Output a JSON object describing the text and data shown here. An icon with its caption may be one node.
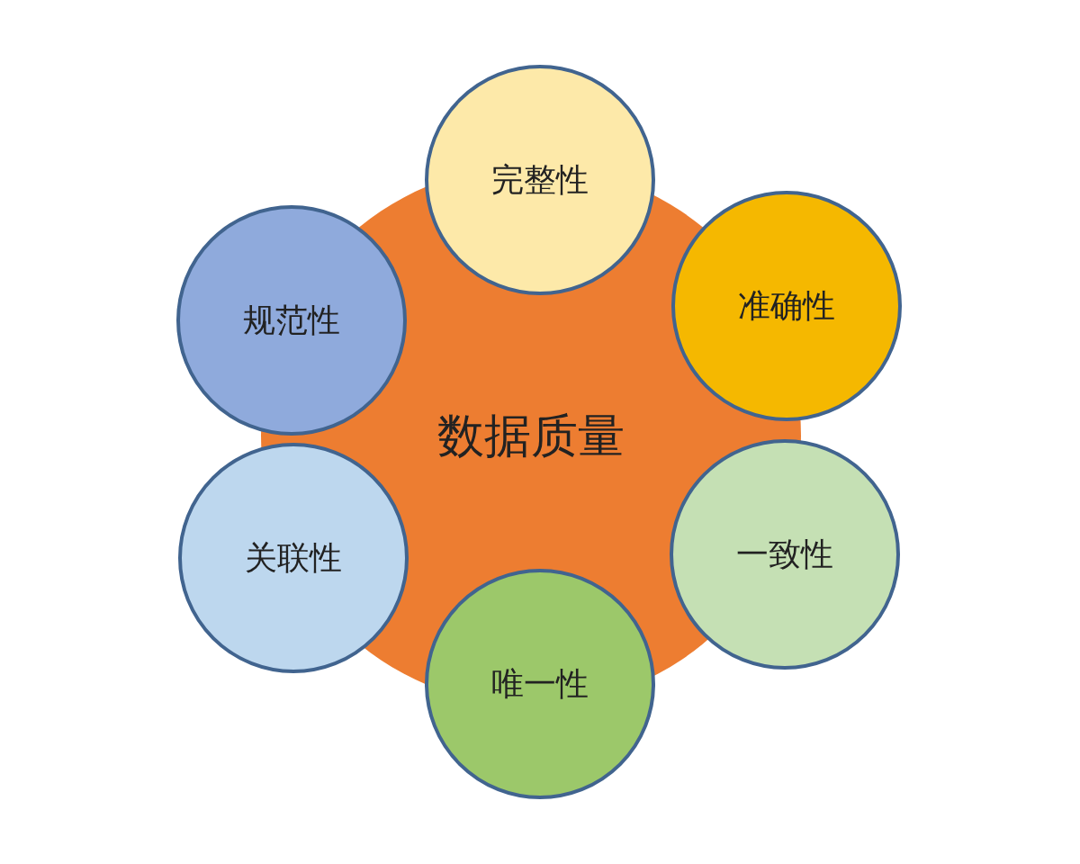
{
  "diagram": {
    "nodes": [
      {
        "text": [
          "数据质量"
        ]
      },
      {
        "text": [
          "完整性"
        ]
      },
      {
        "text": [
          "准确性"
        ]
      },
      {
        "text": [
          "一致性"
        ]
      },
      {
        "text": [
          "唯一性"
        ]
      },
      {
        "text": [
          "关联性"
        ]
      },
      {
        "text": [
          "规范性"
        ]
      }
    ]
  }
}
